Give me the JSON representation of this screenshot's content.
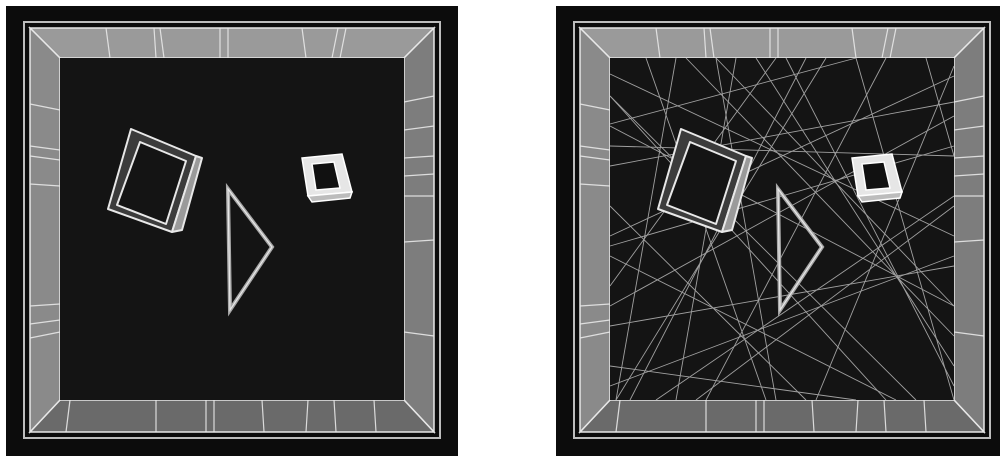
{
  "figure": {
    "panels": [
      {
        "id": "left",
        "shows_rays": false
      },
      {
        "id": "right",
        "shows_rays": true
      }
    ],
    "objects": [
      "room-walls",
      "tilted-box",
      "triangle",
      "small-cube"
    ],
    "colors": {
      "background": "#ffffff",
      "frame": "#0c0c0c",
      "floor": "#141414",
      "wall": "#8a8a8a",
      "edge": "#e8e8e8",
      "ray": "#cfcfcf"
    }
  }
}
